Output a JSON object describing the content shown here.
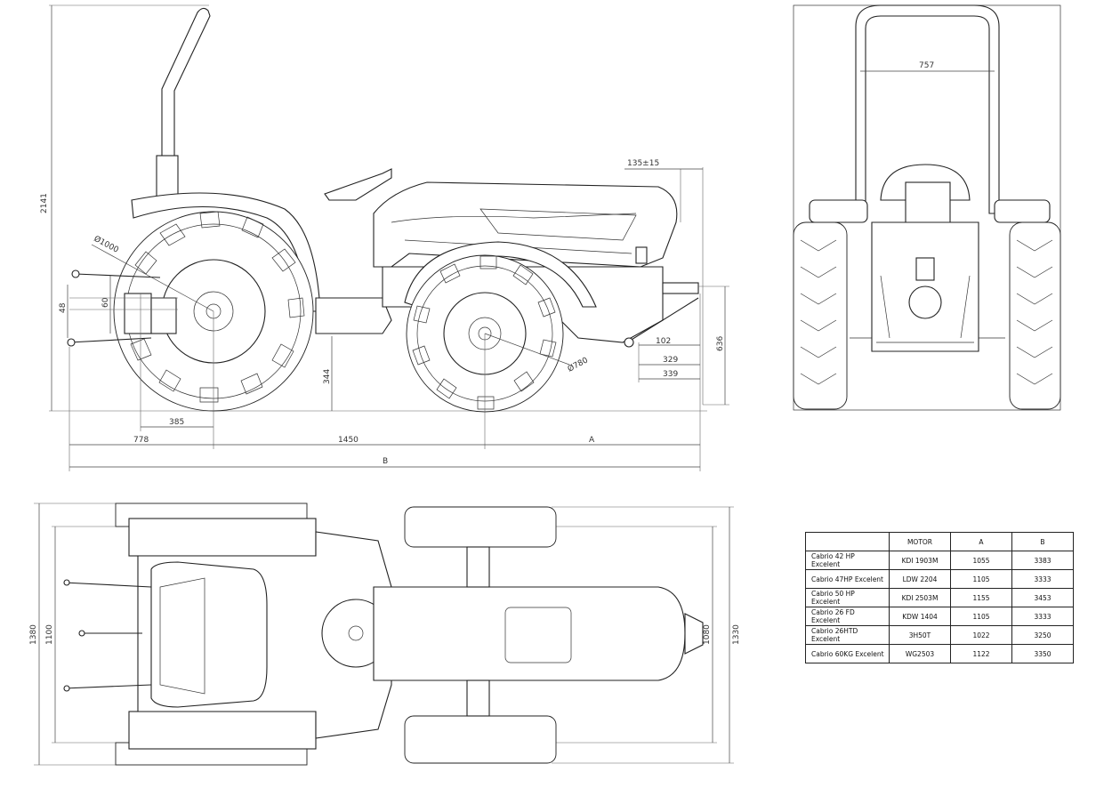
{
  "side_view": {
    "dims": {
      "total_height": "2141",
      "wheel_rear_diameter": "Ø1000",
      "wheel_front_diameter": "Ø780",
      "overhang": "135±15",
      "hitch_48": "48",
      "hitch_60": "60",
      "clearance_344": "344",
      "d_385": "385",
      "rear_overhang": "778",
      "wheelbase": "1450",
      "front_A": "A",
      "total_B": "B",
      "d_102": "102",
      "d_329": "329",
      "d_339": "339",
      "front_height": "636"
    }
  },
  "front_view": {
    "dims": {
      "rollbar_width": "757"
    }
  },
  "top_view": {
    "dims": {
      "width_1380": "1380",
      "width_1100": "1100",
      "width_1080": "1080",
      "width_1330": "1330"
    }
  },
  "spec_table": {
    "headers": [
      "",
      "MOTOR",
      "A",
      "B"
    ],
    "rows": [
      {
        "model": "Cabrio 42 HP Excelent",
        "motor": "KDI 1903M",
        "a": "1055",
        "b": "3383"
      },
      {
        "model": "Cabrio 47HP Excelent",
        "motor": "LDW 2204",
        "a": "1105",
        "b": "3333"
      },
      {
        "model": "Cabrio 50 HP Excelent",
        "motor": "KDI 2503M",
        "a": "1155",
        "b": "3453"
      },
      {
        "model": "Cabrio 26 FD Excelent",
        "motor": "KDW 1404",
        "a": "1105",
        "b": "3333"
      },
      {
        "model": "Cabrio 26HTD Excelent",
        "motor": "3H50T",
        "a": "1022",
        "b": "3250"
      },
      {
        "model": "Cabrio 60KG Excelent",
        "motor": "WG2503",
        "a": "1122",
        "b": "3350"
      }
    ]
  }
}
